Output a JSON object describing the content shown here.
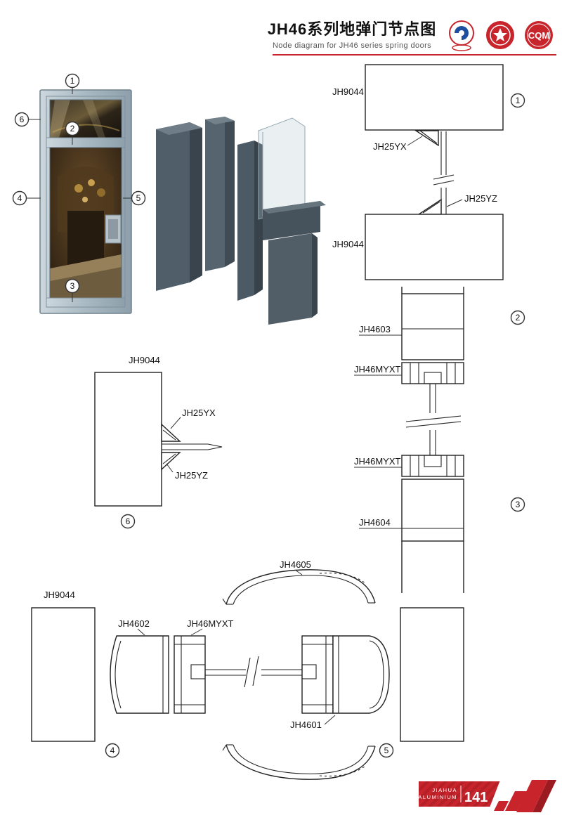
{
  "header": {
    "title_cn": "JH46系列地弹门节点图",
    "title_en": "Node diagram for JH46 series spring doors",
    "cqm_logo_text": "CQM"
  },
  "callouts": {
    "c1": "1",
    "c2": "2",
    "c3": "3",
    "c4": "4",
    "c5": "5",
    "c6": "6"
  },
  "node1": {
    "top_profile": "JH9044",
    "clamp_top": "JH25YX",
    "clamp_bottom": "JH25YZ",
    "bottom_profile": "JH9044"
  },
  "node2": {
    "frame_profile": "JH4603",
    "adapter": "JH46MYXT"
  },
  "node3": {
    "adapter": "JH46MYXT",
    "frame_profile": "JH4604"
  },
  "node4": {
    "frame_profile": "JH9044",
    "stile_profile": "JH4602",
    "adapter": "JH46MYXT"
  },
  "node5": {
    "cover_profile": "JH4605",
    "stile_profile": "JH4601"
  },
  "node6": {
    "frame_profile": "JH9044",
    "clamp_top": "JH25YX",
    "clamp_bottom": "JH25YZ"
  },
  "footer": {
    "brand_line1": "JIAHUA",
    "brand_line2": "ALUMINIUM",
    "page_number": "141"
  }
}
